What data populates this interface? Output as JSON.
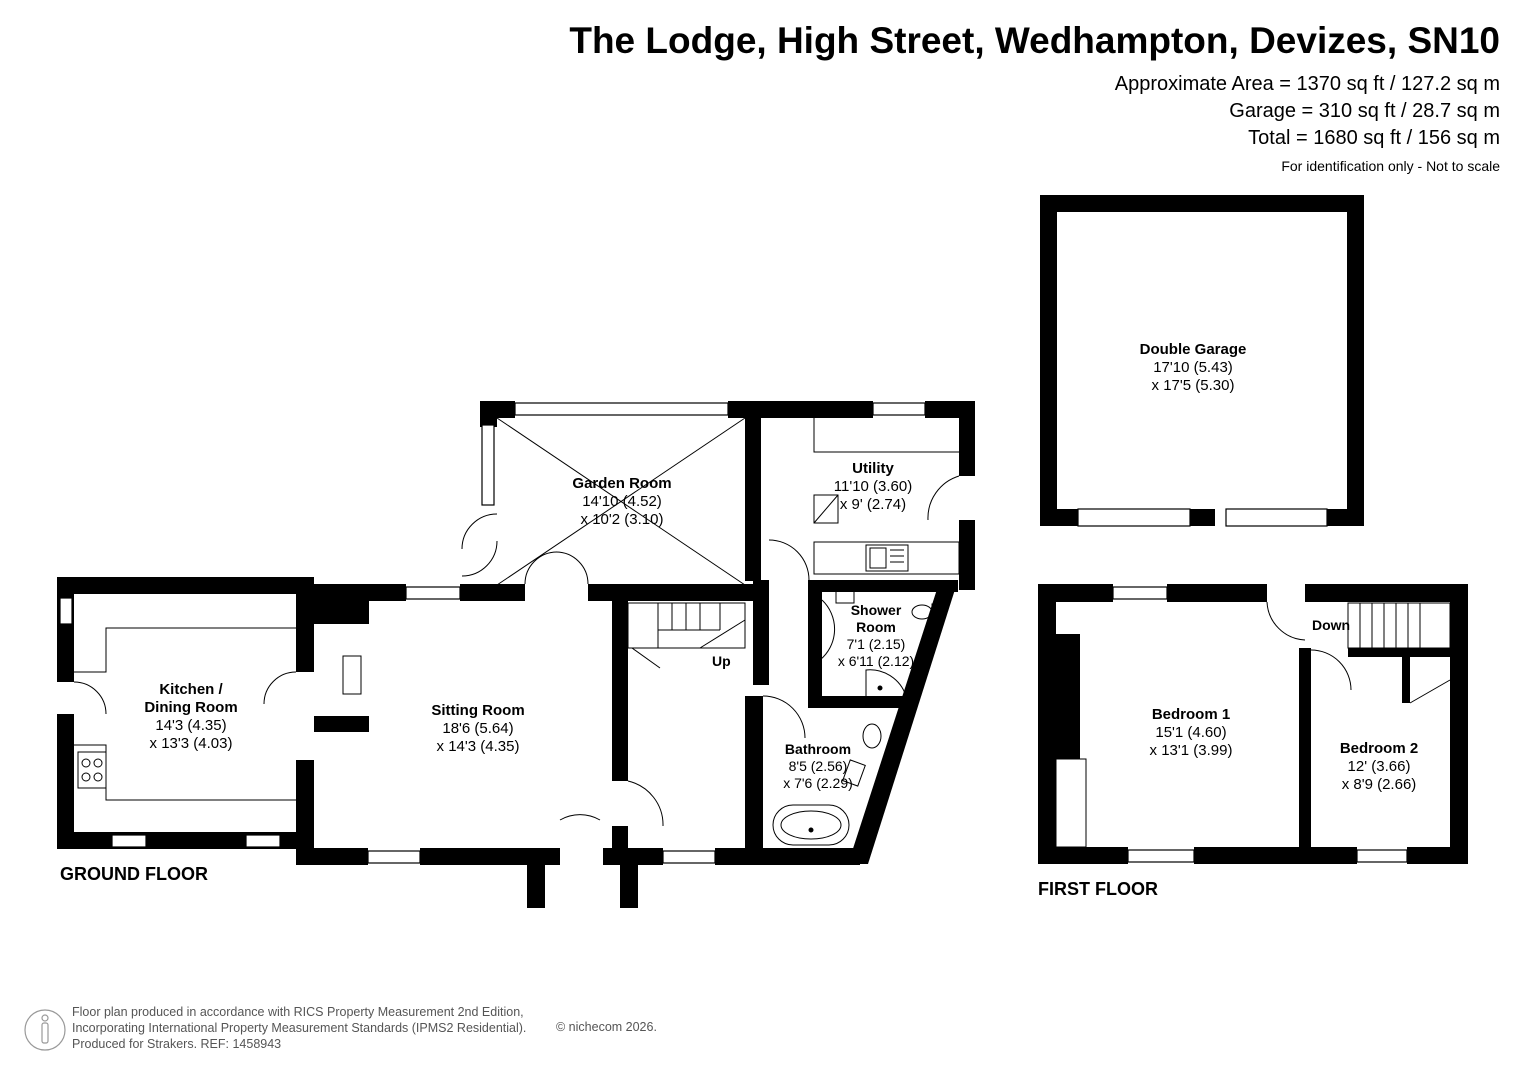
{
  "header": {
    "title": "The Lodge, High Street, Wedhampton, Devizes, SN10",
    "approx_area": "Approximate Area = 1370 sq ft / 127.2 sq m",
    "garage_area": "Garage = 310 sq ft / 28.7 sq m",
    "total_area": "Total = 1680 sq ft / 156 sq m",
    "note": "For identification only - Not to scale"
  },
  "floors": {
    "ground": "GROUND FLOOR",
    "first": "FIRST FLOOR"
  },
  "rooms": {
    "double_garage": {
      "name": "Double Garage",
      "dim1": "17'10 (5.43)",
      "dim2": "x 17'5 (5.30)"
    },
    "garden_room": {
      "name": "Garden Room",
      "dim1": "14'10 (4.52)",
      "dim2": "x 10'2 (3.10)"
    },
    "utility": {
      "name": "Utility",
      "dim1": "11'10 (3.60)",
      "dim2": "x 9' (2.74)"
    },
    "kitchen": {
      "name1": "Kitchen /",
      "name2": "Dining Room",
      "dim1": "14'3 (4.35)",
      "dim2": "x 13'3 (4.03)"
    },
    "sitting": {
      "name": "Sitting Room",
      "dim1": "18'6 (5.64)",
      "dim2": "x 14'3 (4.35)"
    },
    "shower": {
      "name1": "Shower",
      "name2": "Room",
      "dim1": "7'1 (2.15)",
      "dim2": "x 6'11 (2.12)"
    },
    "bathroom": {
      "name": "Bathroom",
      "dim1": "8'5 (2.56)",
      "dim2": "x 7'6 (2.29)"
    },
    "bedroom1": {
      "name": "Bedroom 1",
      "dim1": "15'1 (4.60)",
      "dim2": "x 13'1 (3.99)"
    },
    "bedroom2": {
      "name": "Bedroom 2",
      "dim1": "12' (3.66)",
      "dim2": "x 8'9 (2.66)"
    }
  },
  "stairs": {
    "up": "Up",
    "down": "Down"
  },
  "footer": {
    "line1": "Floor plan produced in accordance with RICS Property Measurement 2nd Edition,",
    "line2": "Incorporating International Property Measurement Standards (IPMS2 Residential).",
    "line3": "Produced for Strakers.   REF: 1458943",
    "credit": "© nichecom 2026."
  },
  "icons": [
    "person-icon",
    "hob-icon",
    "sink-icon",
    "toilet-icon",
    "bath-icon",
    "shower-tray-icon"
  ],
  "colors": {
    "wall": "#000000",
    "background": "#ffffff",
    "footer_text": "#555555"
  }
}
